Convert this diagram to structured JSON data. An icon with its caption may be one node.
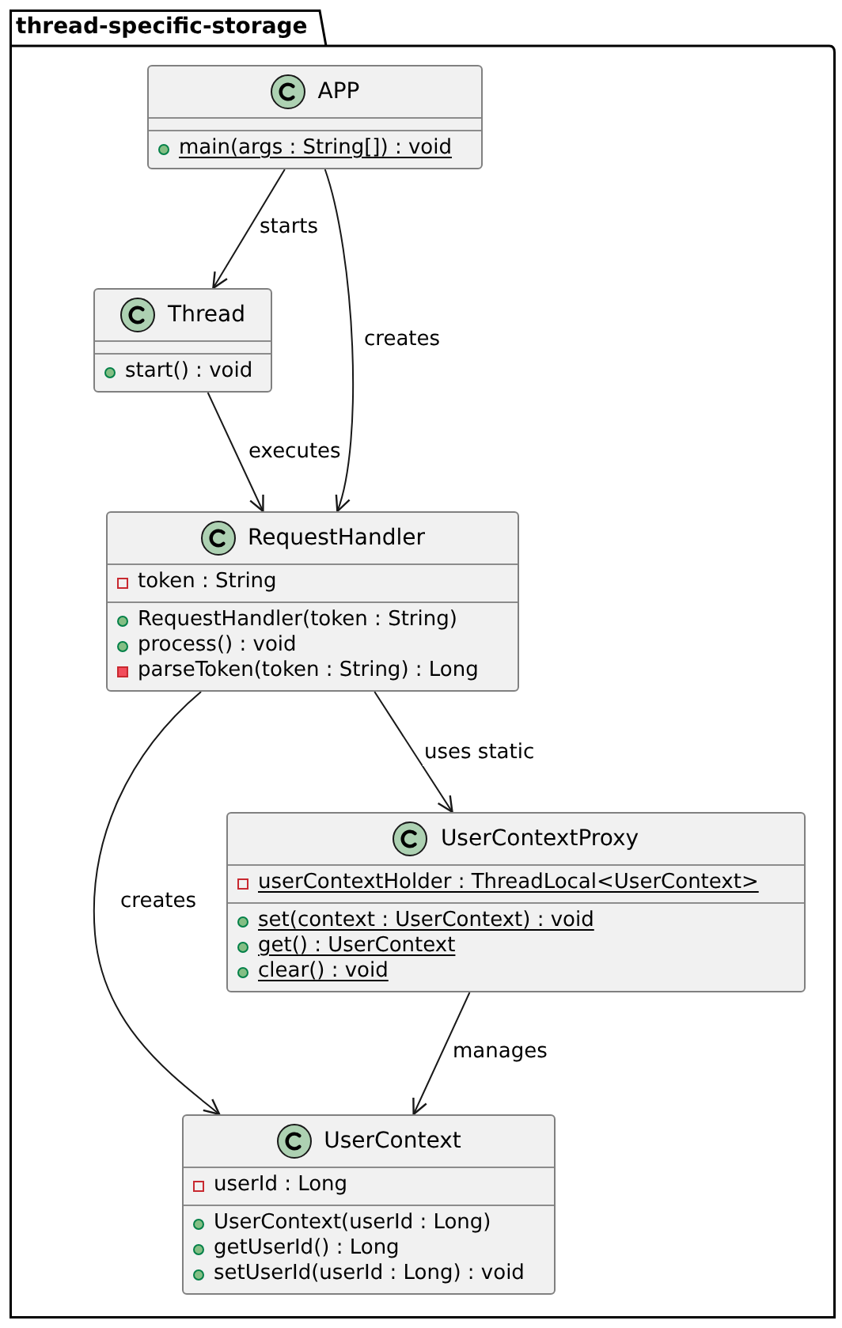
{
  "diagram": {
    "nodes": [
      {
        "text": [
          "thread-specific-storage"
        ]
      },
      {
        "text": [
          "APP",
          "main(args : String[]) : void"
        ],
        "in": 0
      },
      {
        "text": [
          "Thread",
          "start() : void"
        ],
        "in": 0
      },
      {
        "text": [
          "RequestHandler",
          "token : String",
          "RequestHandler(token : String)",
          "process() : void",
          "parseToken(token : String) : Long"
        ],
        "in": 0
      },
      {
        "text": [
          "UserContextProxy",
          "userContextHolder : ThreadLocal<UserContext>",
          "set(context : UserContext) : void",
          "get() : UserContext",
          "clear() : void"
        ],
        "in": 0
      },
      {
        "text": [
          "UserContext",
          "userId : Long",
          "UserContext(userId : Long)",
          "getUserId() : Long",
          "setUserId(userId : Long) : void"
        ],
        "in": 0
      }
    ],
    "edges": [
      {
        "from": 1,
        "to": 2,
        "arrow": "to",
        "label": "starts"
      },
      {
        "from": 1,
        "to": 3,
        "arrow": "to",
        "label": "creates"
      },
      {
        "from": 2,
        "to": 3,
        "arrow": "to",
        "label": "executes"
      },
      {
        "from": 3,
        "to": 5,
        "arrow": "to",
        "label": "creates"
      },
      {
        "from": 3,
        "to": 4,
        "arrow": "to",
        "label": "uses static"
      },
      {
        "from": 4,
        "to": 5,
        "arrow": "to",
        "label": "manages"
      }
    ]
  }
}
